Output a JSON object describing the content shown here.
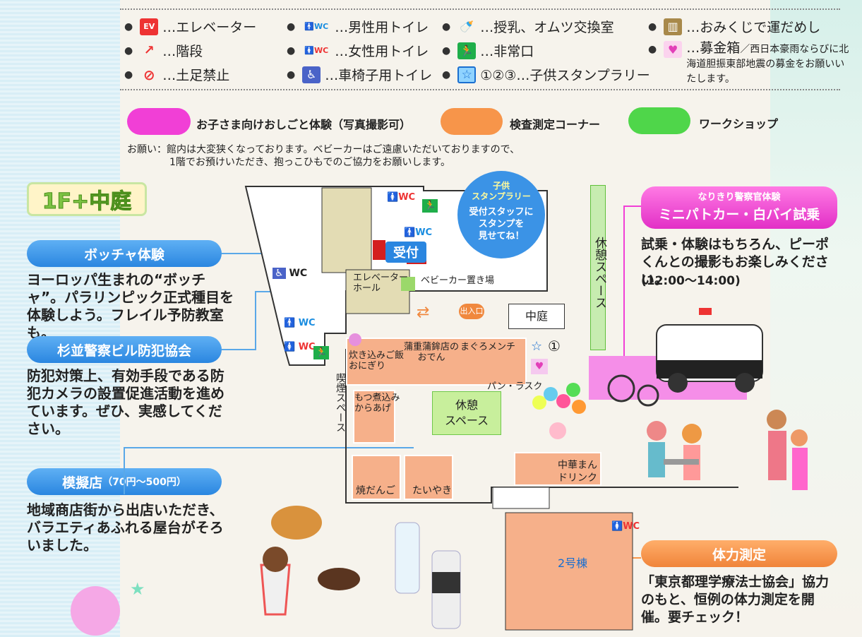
{
  "legend": {
    "elevator": "…エレベーター",
    "stairs": "…階段",
    "no_shoes": "…土足禁止",
    "mens_wc": "…男性用トイレ",
    "womens_wc": "…女性用トイレ",
    "wheelchair_wc": "…車椅子用トイレ",
    "nursing": "…授乳、オムツ交換室",
    "exit": "…非常口",
    "stamp": "①②③…子供スタンプラリー",
    "omikuji": "…おみくじで運だめし",
    "donation": "…募金箱",
    "donation_note": "／西日本豪雨ならびに北海道胆振東部地震の募金をお願いいたします。",
    "ev_icon": "EV",
    "wc_icon": "WC",
    "colors": {
      "pink": "#f13fd6",
      "orange": "#f7954a",
      "green": "#4fd64a",
      "blue": "#2a86e0"
    }
  },
  "key": {
    "pink_label": "お子さま向けおしごと体験（写真撮影可）",
    "orange_label": "検査測定コーナー",
    "green_label": "ワークショップ"
  },
  "notice": {
    "line1": "お願い：館内は大変狭くなっております。ベビーカーはご遠慮いただいておりますので、",
    "line2": "1階でお預けいただき、抱っこひもでのご協力をお願いします。"
  },
  "floor": "1F+中庭",
  "left": {
    "boccia_title": "ボッチャ体験",
    "boccia_desc": "ヨーロッパ生まれの“ボッチャ”。パラリンピック正式種目を体験しよう。フレイル予防教室も。",
    "police_title": "杉並警察ビル防犯協会",
    "police_desc": "防犯対策上、有効手段である防犯カメラの設置促進活動を進めています。ぜひ、実感してください。",
    "stall_title": "模擬店",
    "stall_price": "（70円〜500円）",
    "stall_desc": "地域商店街から出店いただき、バラエティあふれる屋台がそろいました。"
  },
  "map": {
    "stamp_bubble": {
      "title": "子供\nスタンプラリー",
      "body": "受付スタッフに\nスタンプを\n見せてね！"
    },
    "reception": "受付",
    "elevator_hall": "エレベーター\nホール",
    "stroller": "ベビーカー置き場",
    "courtyard": "中庭",
    "entrance": "出入口",
    "rest_space_v": "休憩スペース",
    "smoking": "喫煙スペース",
    "rest_space": "休憩\nスペース",
    "wc": "WC",
    "building2": "2号棟",
    "stamp_num": "①",
    "stalls": {
      "takikomi": "炊き込みご飯\nおにぎり",
      "kamaboko": "蒲重蒲鉾店の\nおでん",
      "maguro": "まぐろメンチ",
      "pan": "パン・ラスク",
      "motsuni": "もつ煮込み\nからあげ",
      "yakidango": "焼だんご",
      "taiyaki": "たいやき",
      "chuka": "中華まん\nドリンク"
    }
  },
  "right": {
    "patrol_title1": "なりきり警察官体験",
    "patrol_title2": "ミニパトカー・白バイ試乗",
    "patrol_desc": "試乗・体験はもちろん、ピーポくんとの撮影もお楽しみください。",
    "patrol_time": "(12:00〜14:00)",
    "fitness_title": "体力測定",
    "fitness_desc": "「東京都理学療法士協会」協力のもと、恒例の体力測定を開催。要チェック！"
  }
}
